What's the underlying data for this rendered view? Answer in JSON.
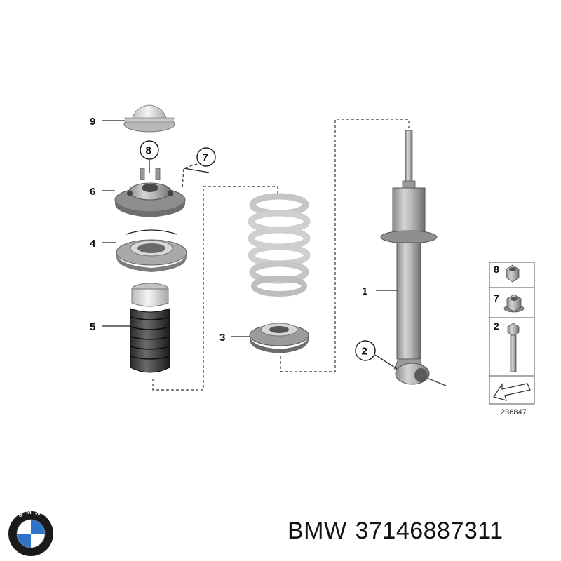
{
  "callouts": {
    "p1": "1",
    "p2": "2",
    "p3": "3",
    "p4": "4",
    "p5": "5",
    "p6": "6",
    "p7": "7",
    "p8": "8",
    "p9": "9"
  },
  "legend": {
    "items": [
      "8",
      "7",
      "2"
    ],
    "diagram_number": "236847"
  },
  "logo": {
    "letters": "BMW",
    "colors": {
      "blue": "#2e74c8",
      "ring": "#1a1a1a",
      "white": "#ffffff"
    }
  },
  "caption": {
    "brand": "BMW",
    "part_number": "37146887311"
  }
}
